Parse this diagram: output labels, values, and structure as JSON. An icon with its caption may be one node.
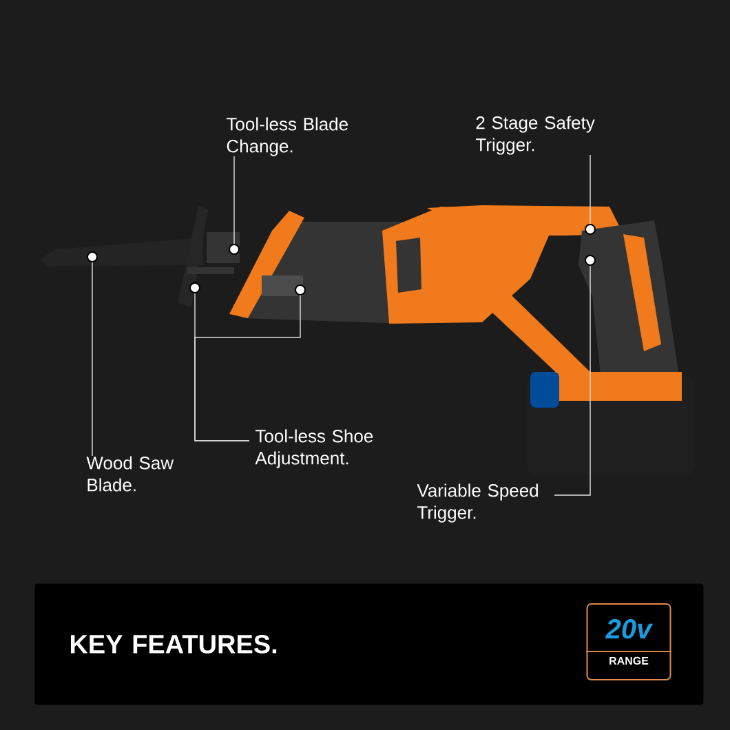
{
  "diagram": {
    "nodes": [
      {
        "text": [
          "Tool-less Blade Change."
        ]
      },
      {
        "text": [
          "2 Stage Safety Trigger."
        ]
      },
      {
        "text": [
          "Wood Saw Blade."
        ]
      },
      {
        "text": [
          "Tool-less Shoe Adjustment."
        ]
      },
      {
        "text": [
          "Variable Speed Trigger."
        ]
      },
      {
        "text": [],
        "shape": "circle"
      },
      {
        "text": [],
        "shape": "circle"
      },
      {
        "text": [],
        "shape": "circle"
      },
      {
        "text": [],
        "shape": "circle"
      },
      {
        "text": [],
        "shape": "circle"
      },
      {
        "text": [],
        "shape": "circle"
      },
      {
        "text": [
          "KEY FEATURES."
        ]
      },
      {
        "text": [
          "20v",
          "RANGE"
        ],
        "in": 11
      }
    ],
    "edges": [
      {
        "from": 0,
        "to": 5,
        "arrow": "none"
      },
      {
        "from": 1,
        "to": 6,
        "arrow": "none"
      },
      {
        "from": 2,
        "to": 7,
        "arrow": "none"
      },
      {
        "from": 3,
        "to": 8,
        "arrow": "none"
      },
      {
        "from": 3,
        "to": 9,
        "arrow": "none"
      },
      {
        "from": 4,
        "to": 10,
        "arrow": "none"
      }
    ]
  }
}
